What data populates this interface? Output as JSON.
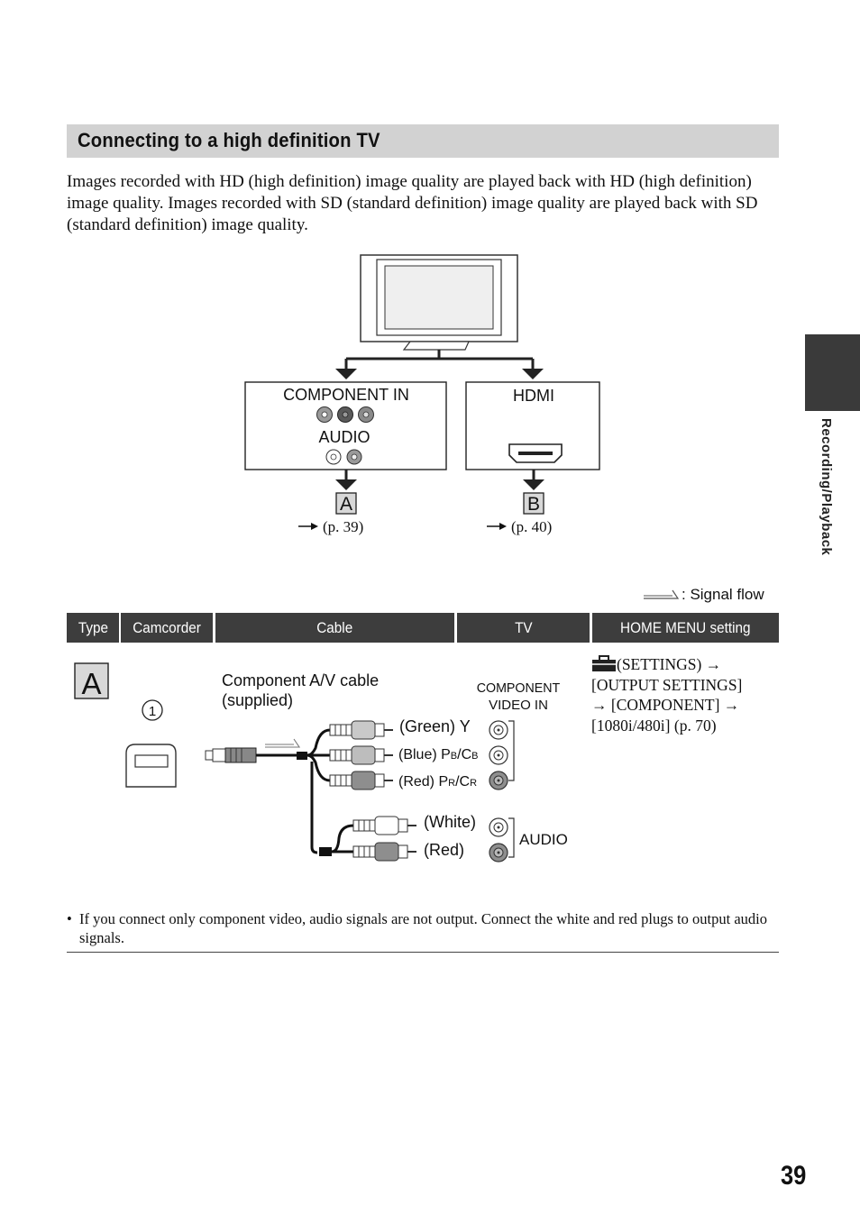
{
  "section": {
    "title": "Connecting to a high definition TV",
    "intro": "Images recorded with HD (high definition) image quality are played back with HD (high definition) image quality. Images recorded with SD (standard definition) image quality are played back with SD (standard definition) image quality."
  },
  "side_tab": {
    "label": "Recording/Playback"
  },
  "tv_inputs": {
    "component_label": "COMPONENT IN",
    "audio_label": "AUDIO",
    "hdmi_label": "HDMI",
    "option_a": {
      "letter": "A",
      "ref": "(p. 39)"
    },
    "option_b": {
      "letter": "B",
      "ref": "(p. 40)"
    }
  },
  "legend": {
    "signal_flow": ": Signal flow"
  },
  "table": {
    "headers": [
      "Type",
      "Camcorder",
      "Cable",
      "TV",
      "HOME MENU setting"
    ],
    "type_letter": "A",
    "camcorder_marker": "1",
    "cable_name": "Component A/V cable",
    "cable_note": "(supplied)",
    "plugs": {
      "green": "(Green) Y",
      "blue_prefix": "(Blue) P",
      "blue_sub1": "B",
      "blue_mid": "/C",
      "blue_sub2": "B",
      "red_prefix": "(Red) P",
      "red_sub1": "R",
      "red_mid": "/C",
      "red_sub2": "R",
      "white": "(White)",
      "red_audio": "(Red)"
    },
    "tv_component_label_1": "COMPONENT",
    "tv_component_label_2": "VIDEO IN",
    "tv_audio_label": "AUDIO",
    "menu": {
      "line1": "(SETTINGS) →",
      "line2": "[OUTPUT SETTINGS]",
      "line3": "→ [COMPONENT] →",
      "line4": "[1080i/480i] (p. 70)",
      "icon": "toolbox-icon"
    }
  },
  "note": {
    "bullet": "•",
    "text": "If you connect only component video, audio signals are not output. Connect the white and red plugs to output audio signals."
  },
  "page_number": "39"
}
